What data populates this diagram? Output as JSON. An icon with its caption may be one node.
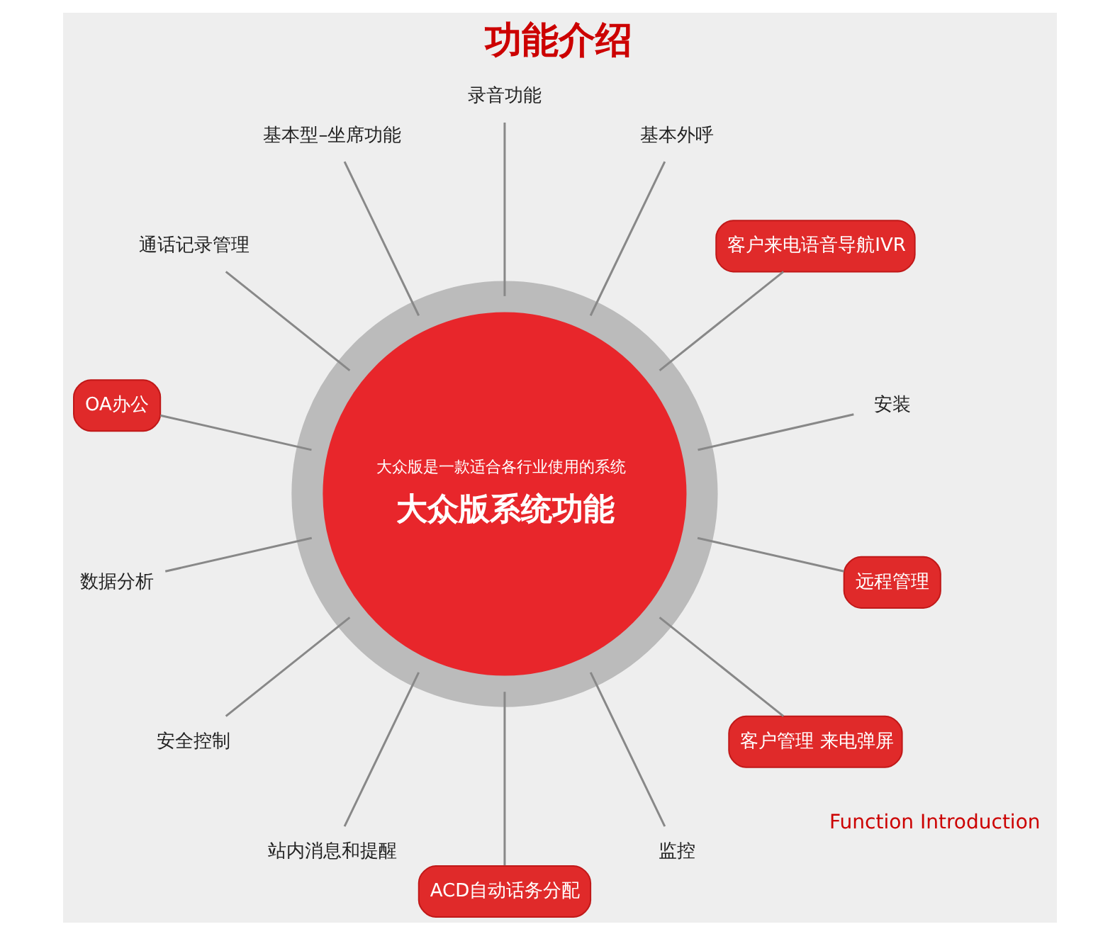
{
  "diagram": {
    "title": "功能介绍",
    "nodes": [
      {
        "text": [
          "大众版是一款适合各行业使用的系统",
          "大众版系统功能"
        ]
      },
      {
        "text": [
          "安装"
        ]
      },
      {
        "text": [
          "客户来电语音导航IVR"
        ]
      },
      {
        "text": [
          "基本外呼"
        ]
      },
      {
        "text": [
          "录音功能"
        ]
      },
      {
        "text": [
          "基本型–坐席功能"
        ]
      },
      {
        "text": [
          "通话记录管理"
        ]
      },
      {
        "text": [
          "OA办公"
        ]
      },
      {
        "text": [
          "数据分析"
        ]
      },
      {
        "text": [
          "安全控制"
        ]
      },
      {
        "text": [
          "站内消息和提醒"
        ]
      },
      {
        "text": [
          "ACD自动话务分配"
        ]
      },
      {
        "text": [
          "监控"
        ]
      },
      {
        "text": [
          "客户管理 来电弹屏"
        ]
      },
      {
        "text": [
          "远程管理"
        ]
      }
    ],
    "edges": [
      {
        "from": 1,
        "to": 0,
        "arrow": "none"
      },
      {
        "from": 2,
        "to": 0,
        "arrow": "none"
      },
      {
        "from": 3,
        "to": 0,
        "arrow": "none"
      },
      {
        "from": 4,
        "to": 0,
        "arrow": "none"
      },
      {
        "from": 5,
        "to": 0,
        "arrow": "none"
      },
      {
        "from": 6,
        "to": 0,
        "arrow": "none"
      },
      {
        "from": 7,
        "to": 0,
        "arrow": "none"
      },
      {
        "from": 8,
        "to": 0,
        "arrow": "none"
      },
      {
        "from": 9,
        "to": 0,
        "arrow": "none"
      },
      {
        "from": 10,
        "to": 0,
        "arrow": "none"
      },
      {
        "from": 11,
        "to": 0,
        "arrow": "none"
      },
      {
        "from": 12,
        "to": 0,
        "arrow": "none"
      },
      {
        "from": 13,
        "to": 0,
        "arrow": "none"
      },
      {
        "from": 14,
        "to": 0,
        "arrow": "none"
      }
    ],
    "labels": [
      "Function Introduction"
    ]
  }
}
